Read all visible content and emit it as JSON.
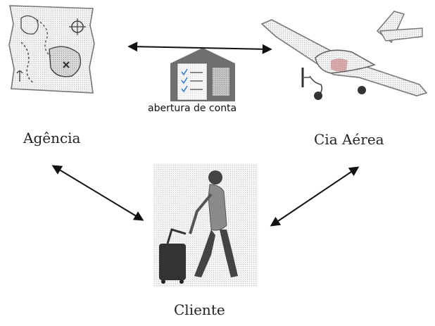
{
  "nodes": {
    "agencia": {
      "label": "Agência",
      "icon": "treasure-map-icon"
    },
    "cia_aerea": {
      "label": "Cia Aérea",
      "icon": "airplane-icon"
    },
    "cliente": {
      "label": "Cliente",
      "icon": "traveler-with-suitcase-icon"
    }
  },
  "edges": {
    "agencia_cia": {
      "label": "abertura de conta",
      "icon": "account-opening-document-icon",
      "bidirectional": true
    },
    "agencia_cliente": {
      "bidirectional": true
    },
    "cliente_cia": {
      "bidirectional": true
    }
  },
  "colors": {
    "arrow": "#111111",
    "document_icon": "#6f6f6f",
    "check_marks": "#3a7dc8",
    "airplane_accent": "#c07070",
    "traveler_shirt": "#8a8a8a"
  }
}
